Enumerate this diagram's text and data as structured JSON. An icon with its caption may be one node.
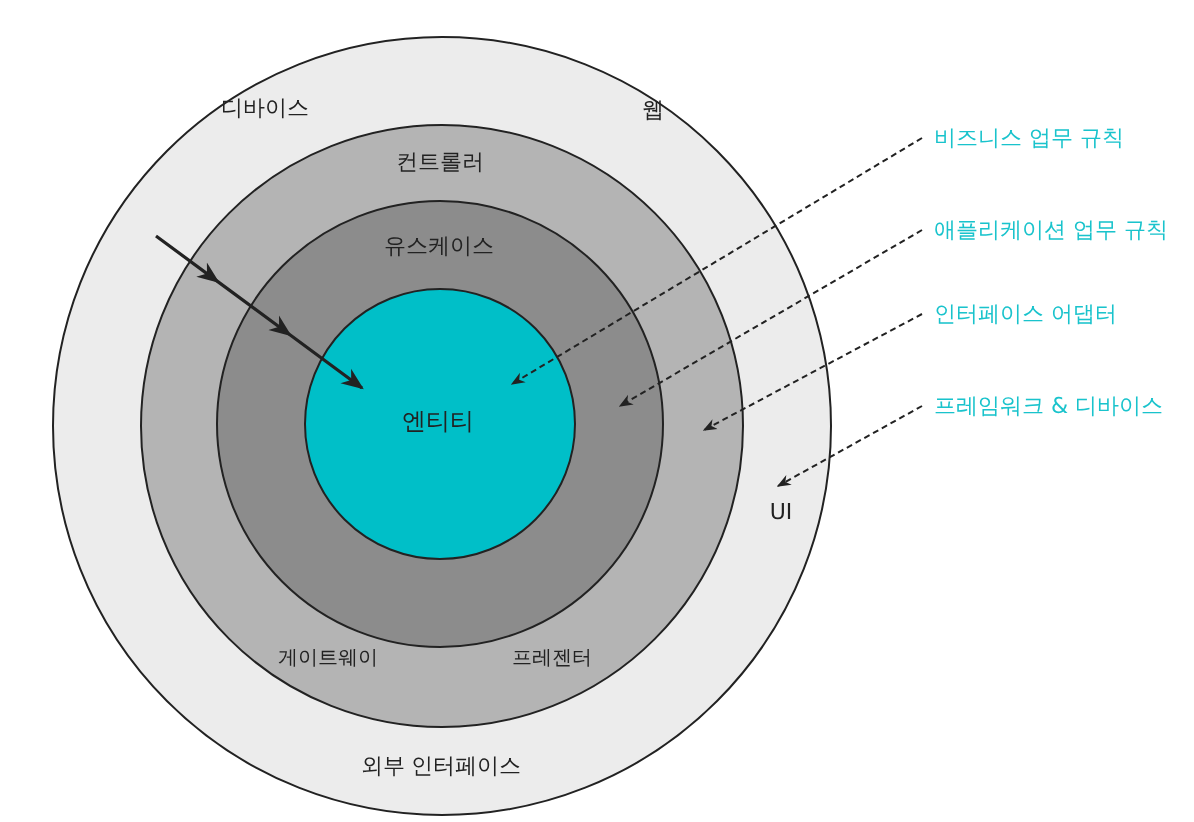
{
  "diagram": {
    "nodes": [
      {
        "text": [
          "디바이스",
          "웹",
          "UI",
          "외부 인터페이스"
        ]
      },
      {
        "text": [
          "컨트롤러",
          "게이트웨이",
          "프레젠터"
        ],
        "in": 0
      },
      {
        "text": [
          "유스케이스"
        ],
        "in": 1
      },
      {
        "text": [
          "엔티티"
        ],
        "in": 2
      },
      {
        "text": [
          "비즈니스 업무 규칙"
        ]
      },
      {
        "text": [
          "애플리케이션 업무 규칙"
        ]
      },
      {
        "text": [
          "인터페이스 어댑터"
        ]
      },
      {
        "text": [
          "프레임워크 & 디바이스"
        ]
      }
    ],
    "edges": [
      {
        "from": null,
        "to": 3,
        "arrow": "to"
      },
      {
        "from": 4,
        "to": 3,
        "arrow": "to",
        "style": "dashed"
      },
      {
        "from": 5,
        "to": 2,
        "arrow": "to",
        "style": "dashed"
      },
      {
        "from": 6,
        "to": 1,
        "arrow": "to",
        "style": "dashed"
      },
      {
        "from": 7,
        "to": 0,
        "arrow": "to",
        "style": "dashed"
      }
    ]
  }
}
